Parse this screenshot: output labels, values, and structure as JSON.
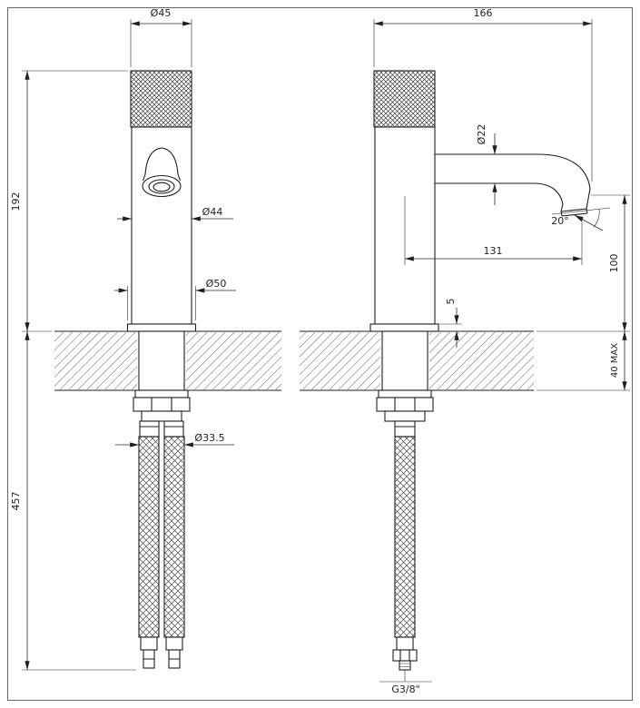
{
  "dims": {
    "front": {
      "handle_diameter": "Ø45",
      "height_above_deck": "192",
      "body_diameter": "Ø44",
      "base_diameter": "Ø50",
      "shank_diameter": "Ø33.5",
      "hose_length": "457"
    },
    "side": {
      "overall_depth": "166",
      "spout_diameter": "Ø22",
      "spout_angle": "20°",
      "spout_reach": "131",
      "spout_height": "100",
      "base_height": "5",
      "deck_thickness_max": "40 MAX",
      "inlet_thread": "G3/8\""
    }
  }
}
